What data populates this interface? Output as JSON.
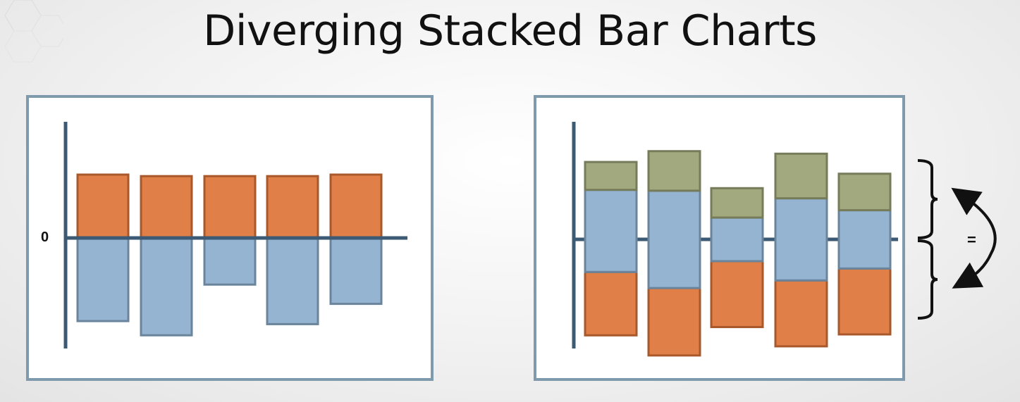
{
  "slide": {
    "title": "Diverging Stacked Bar Charts"
  },
  "left_chart": {
    "zero_label": "0"
  },
  "right_chart": {
    "equality_symbol": "="
  },
  "colors": {
    "orange": "#e07f47",
    "orange_border": "#a9582b",
    "blue": "#95b4d2",
    "blue_border": "#6a849c",
    "green": "#a3a97f",
    "green_border": "#767b5a",
    "axis": "#3d5a75",
    "panel_border": "#7f99ad"
  },
  "chart_data": [
    {
      "type": "bar",
      "series": [
        {
          "color": "orange",
          "values": [
            1.25,
            1.22,
            1.22,
            1.22,
            1.25
          ]
        },
        {
          "color": "blue",
          "values": [
            -1.64,
            -1.92,
            -0.92,
            -1.7,
            -1.3
          ]
        }
      ]
    },
    {
      "type": "bar",
      "series": [
        {
          "color": "orange",
          "values": [
            -1.25,
            -1.33,
            -1.3,
            -1.3,
            -1.3
          ]
        },
        {
          "color": "blue",
          "values": [
            1.62,
            1.92,
            0.86,
            1.62,
            1.15
          ]
        },
        {
          "color": "green",
          "values": [
            0.55,
            0.78,
            0.58,
            0.88,
            0.72
          ]
        }
      ]
    }
  ]
}
